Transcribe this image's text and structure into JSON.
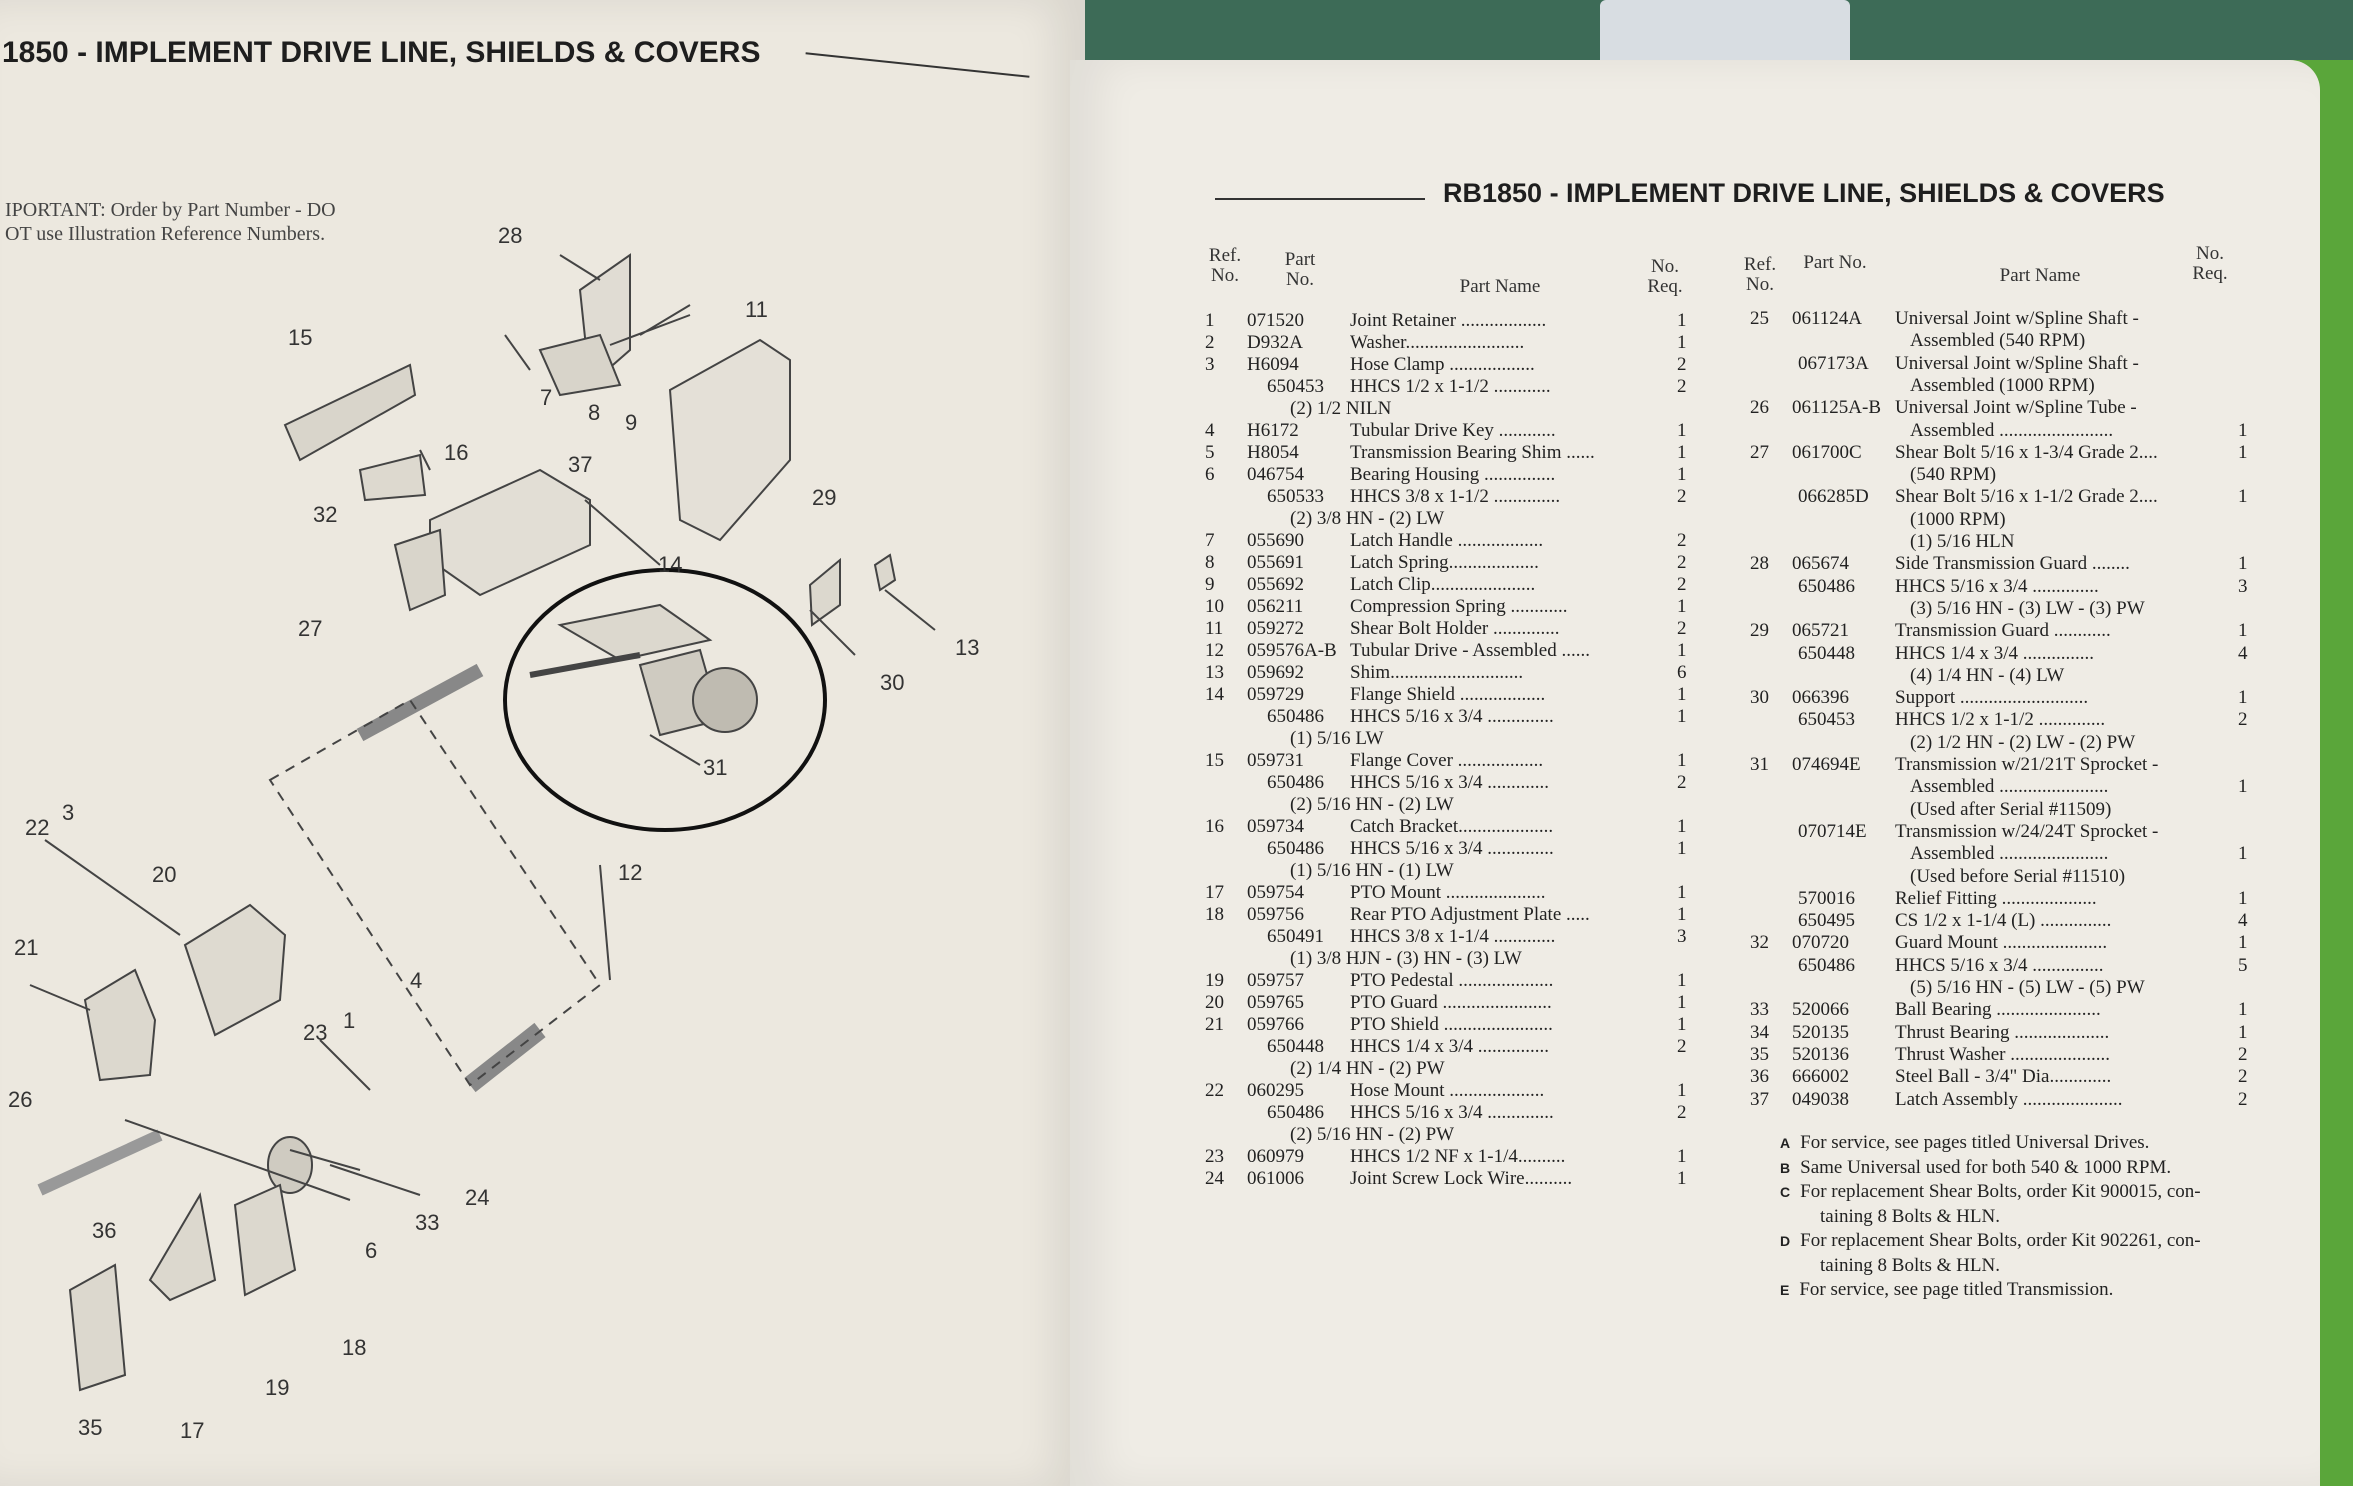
{
  "left_page": {
    "header": "1850 - IMPLEMENT DRIVE LINE, SHIELDS & COVERS",
    "note_line1": "IPORTANT: Order by Part Number - DO",
    "note_line2": "OT use Illustration Reference Numbers.",
    "callouts": [
      "28",
      "11",
      "15",
      "16",
      "7",
      "8",
      "9",
      "37",
      "29",
      "32",
      "14",
      "13",
      "30",
      "27",
      "31",
      "12",
      "22",
      "3",
      "20",
      "21",
      "4",
      "23",
      "1",
      "26",
      "24",
      "33",
      "6",
      "36",
      "18",
      "19",
      "35",
      "17"
    ]
  },
  "right_page": {
    "header": "RB1850 - IMPLEMENT DRIVE LINE, SHIELDS & COVERS",
    "columns_left": {
      "ref": "Ref. No.",
      "part": "Part No.",
      "name": "Part Name",
      "req": "No. Req."
    },
    "columns_right": {
      "ref": "Ref. No.",
      "part": "Part No.",
      "name": "Part Name",
      "req": "No. Req."
    },
    "left_rows": [
      {
        "ref": "1",
        "part": "071520",
        "name": "Joint Retainer ..................",
        "req": "1"
      },
      {
        "ref": "2",
        "part": "D932A",
        "name": "Washer.........................",
        "req": "1"
      },
      {
        "ref": "3",
        "part": "H6094",
        "name": "Hose Clamp ..................",
        "req": "2"
      },
      {
        "ref": "",
        "part": "650453",
        "name": "HHCS 1/2 x 1-1/2 ............",
        "req": "2"
      },
      {
        "ref": "",
        "part": "",
        "name": "(2) 1/2 NILN",
        "req": ""
      },
      {
        "ref": "4",
        "part": "H6172",
        "name": "Tubular Drive Key ............",
        "req": "1"
      },
      {
        "ref": "5",
        "part": "H8054",
        "name": "Transmission Bearing Shim ......",
        "req": "1"
      },
      {
        "ref": "6",
        "part": "046754",
        "name": "Bearing Housing ...............",
        "req": "1"
      },
      {
        "ref": "",
        "part": "650533",
        "name": "HHCS 3/8 x 1-1/2 ..............",
        "req": "2"
      },
      {
        "ref": "",
        "part": "",
        "name": "(2) 3/8 HN - (2) LW",
        "req": ""
      },
      {
        "ref": "7",
        "part": "055690",
        "name": "Latch Handle ..................",
        "req": "2"
      },
      {
        "ref": "8",
        "part": "055691",
        "name": "Latch Spring...................",
        "req": "2"
      },
      {
        "ref": "9",
        "part": "055692",
        "name": "Latch Clip......................",
        "req": "2"
      },
      {
        "ref": "10",
        "part": "056211",
        "name": "Compression Spring ............",
        "req": "1"
      },
      {
        "ref": "11",
        "part": "059272",
        "name": "Shear Bolt Holder ..............",
        "req": "2"
      },
      {
        "ref": "12",
        "part": "059576A-B",
        "name": "Tubular Drive - Assembled ......",
        "req": "1"
      },
      {
        "ref": "13",
        "part": "059692",
        "name": "Shim............................",
        "req": "6"
      },
      {
        "ref": "14",
        "part": "059729",
        "name": "Flange Shield ..................",
        "req": "1"
      },
      {
        "ref": "",
        "part": "650486",
        "name": "HHCS 5/16 x 3/4 ..............",
        "req": "1"
      },
      {
        "ref": "",
        "part": "",
        "name": "(1) 5/16 LW",
        "req": ""
      },
      {
        "ref": "15",
        "part": "059731",
        "name": "Flange Cover ..................",
        "req": "1"
      },
      {
        "ref": "",
        "part": "650486",
        "name": "HHCS 5/16 x 3/4 .............",
        "req": "2"
      },
      {
        "ref": "",
        "part": "",
        "name": "(2) 5/16 HN - (2) LW",
        "req": ""
      },
      {
        "ref": "16",
        "part": "059734",
        "name": "Catch Bracket....................",
        "req": "1"
      },
      {
        "ref": "",
        "part": "650486",
        "name": "HHCS 5/16 x 3/4 ..............",
        "req": "1"
      },
      {
        "ref": "",
        "part": "",
        "name": "(1) 5/16 HN - (1) LW",
        "req": ""
      },
      {
        "ref": "17",
        "part": "059754",
        "name": "PTO Mount .....................",
        "req": "1"
      },
      {
        "ref": "18",
        "part": "059756",
        "name": "Rear PTO Adjustment Plate .....",
        "req": "1"
      },
      {
        "ref": "",
        "part": "650491",
        "name": "HHCS 3/8 x 1-1/4 .............",
        "req": "3"
      },
      {
        "ref": "",
        "part": "",
        "name": "(1) 3/8 HJN - (3) HN - (3) LW",
        "req": ""
      },
      {
        "ref": "19",
        "part": "059757",
        "name": "PTO Pedestal ....................",
        "req": "1"
      },
      {
        "ref": "20",
        "part": "059765",
        "name": "PTO Guard .......................",
        "req": "1"
      },
      {
        "ref": "21",
        "part": "059766",
        "name": "PTO Shield .......................",
        "req": "1"
      },
      {
        "ref": "",
        "part": "650448",
        "name": "HHCS 1/4 x 3/4 ...............",
        "req": "2"
      },
      {
        "ref": "",
        "part": "",
        "name": "(2) 1/4 HN - (2) PW",
        "req": ""
      },
      {
        "ref": "22",
        "part": "060295",
        "name": "Hose Mount ....................",
        "req": "1"
      },
      {
        "ref": "",
        "part": "650486",
        "name": "HHCS 5/16 x 3/4 ..............",
        "req": "2"
      },
      {
        "ref": "",
        "part": "",
        "name": "(2) 5/16 HN - (2) PW",
        "req": ""
      },
      {
        "ref": "23",
        "part": "060979",
        "name": "HHCS 1/2 NF x 1-1/4..........",
        "req": "1"
      },
      {
        "ref": "24",
        "part": "061006",
        "name": "Joint Screw Lock Wire..........",
        "req": "1"
      }
    ],
    "right_rows": [
      {
        "ref": "25",
        "part": "061124A",
        "name": "Universal Joint w/Spline Shaft -",
        "req": ""
      },
      {
        "ref": "",
        "part": "",
        "name": "Assembled (540 RPM)",
        "req": ""
      },
      {
        "ref": "",
        "part": "067173A",
        "name": "Universal Joint w/Spline Shaft -",
        "req": ""
      },
      {
        "ref": "",
        "part": "",
        "name": "Assembled (1000 RPM)",
        "req": ""
      },
      {
        "ref": "26",
        "part": "061125A-B",
        "name": "Universal Joint w/Spline Tube -",
        "req": ""
      },
      {
        "ref": "",
        "part": "",
        "name": "Assembled ........................",
        "req": "1"
      },
      {
        "ref": "27",
        "part": "061700C",
        "name": "Shear Bolt 5/16 x 1-3/4 Grade 2....",
        "req": "1"
      },
      {
        "ref": "",
        "part": "",
        "name": "(540 RPM)",
        "req": ""
      },
      {
        "ref": "",
        "part": "066285D",
        "name": "Shear Bolt 5/16 x 1-1/2 Grade 2....",
        "req": "1"
      },
      {
        "ref": "",
        "part": "",
        "name": "(1000 RPM)",
        "req": ""
      },
      {
        "ref": "",
        "part": "",
        "name": "(1) 5/16 HLN",
        "req": ""
      },
      {
        "ref": "28",
        "part": "065674",
        "name": "Side Transmission Guard ........",
        "req": "1"
      },
      {
        "ref": "",
        "part": "650486",
        "name": "HHCS 5/16 x 3/4 ..............",
        "req": "3"
      },
      {
        "ref": "",
        "part": "",
        "name": "(3) 5/16 HN - (3) LW - (3) PW",
        "req": ""
      },
      {
        "ref": "29",
        "part": "065721",
        "name": "Transmission Guard ............",
        "req": "1"
      },
      {
        "ref": "",
        "part": "650448",
        "name": "HHCS 1/4 x 3/4 ...............",
        "req": "4"
      },
      {
        "ref": "",
        "part": "",
        "name": "(4) 1/4 HN - (4) LW",
        "req": ""
      },
      {
        "ref": "30",
        "part": "066396",
        "name": "Support ...........................",
        "req": "1"
      },
      {
        "ref": "",
        "part": "650453",
        "name": "HHCS 1/2 x 1-1/2 ..............",
        "req": "2"
      },
      {
        "ref": "",
        "part": "",
        "name": "(2) 1/2 HN - (2) LW - (2) PW",
        "req": ""
      },
      {
        "ref": "31",
        "part": "074694E",
        "name": "Transmission w/21/21T Sprocket -",
        "req": ""
      },
      {
        "ref": "",
        "part": "",
        "name": "Assembled .......................",
        "req": "1"
      },
      {
        "ref": "",
        "part": "",
        "name": "(Used after Serial #11509)",
        "req": ""
      },
      {
        "ref": "",
        "part": "070714E",
        "name": "Transmission w/24/24T Sprocket -",
        "req": ""
      },
      {
        "ref": "",
        "part": "",
        "name": "Assembled .......................",
        "req": "1"
      },
      {
        "ref": "",
        "part": "",
        "name": "(Used before Serial #11510)",
        "req": ""
      },
      {
        "ref": "",
        "part": "570016",
        "name": "Relief Fitting ....................",
        "req": "1"
      },
      {
        "ref": "",
        "part": "650495",
        "name": "CS 1/2 x 1-1/4 (L) ...............",
        "req": "4"
      },
      {
        "ref": "32",
        "part": "070720",
        "name": "Guard Mount ......................",
        "req": "1"
      },
      {
        "ref": "",
        "part": "650486",
        "name": "HHCS 5/16 x 3/4 ...............",
        "req": "5"
      },
      {
        "ref": "",
        "part": "",
        "name": "(5) 5/16 HN - (5) LW - (5) PW",
        "req": ""
      },
      {
        "ref": "33",
        "part": "520066",
        "name": "Ball Bearing ......................",
        "req": "1"
      },
      {
        "ref": "34",
        "part": "520135",
        "name": "Thrust Bearing ....................",
        "req": "1"
      },
      {
        "ref": "35",
        "part": "520136",
        "name": "Thrust Washer .....................",
        "req": "2"
      },
      {
        "ref": "36",
        "part": "666002",
        "name": "Steel Ball - 3/4\" Dia.............",
        "req": "2"
      },
      {
        "ref": "37",
        "part": "049038",
        "name": "Latch Assembly .....................",
        "req": "2"
      }
    ],
    "footnotes": [
      {
        "key": "A",
        "text": "For service, see pages titled Universal Drives."
      },
      {
        "key": "B",
        "text": "Same Universal used for both 540 & 1000 RPM."
      },
      {
        "key": "C",
        "text": "For replacement Shear Bolts, order Kit 900015, con-"
      },
      {
        "key": "",
        "text": "taining 8 Bolts & HLN."
      },
      {
        "key": "D",
        "text": "For replacement Shear Bolts, order Kit 902261, con-"
      },
      {
        "key": "",
        "text": "taining 8 Bolts & HLN."
      },
      {
        "key": "E",
        "text": "For service, see page titled Transmission."
      }
    ]
  }
}
